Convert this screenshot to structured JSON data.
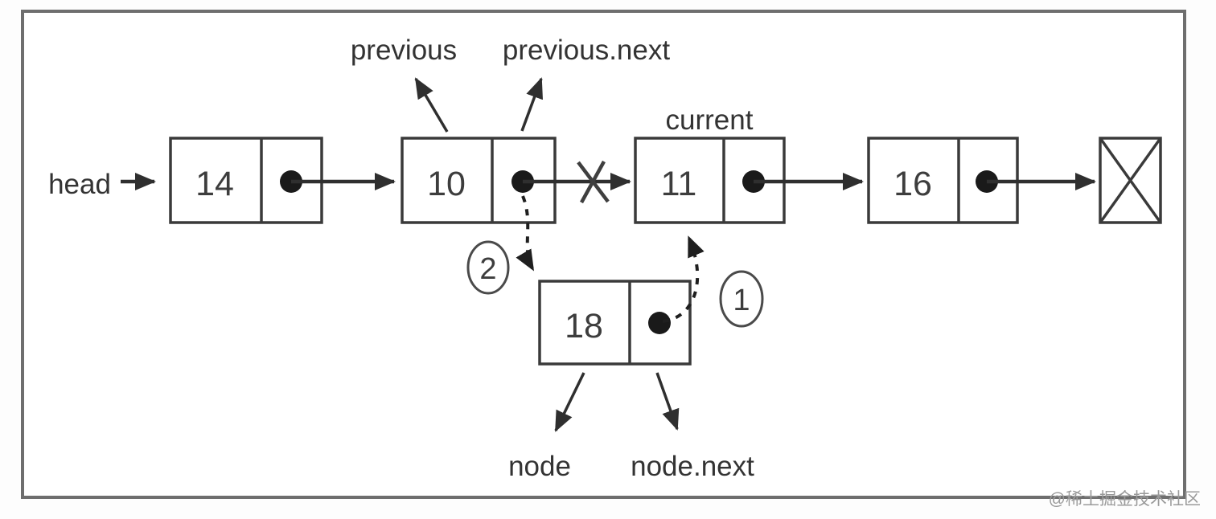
{
  "labels": {
    "head": "head",
    "previous": "previous",
    "previous_next": "previous.next",
    "current": "current",
    "node": "node",
    "node_next": "node.next"
  },
  "list_nodes": [
    {
      "value": "14"
    },
    {
      "value": "10"
    },
    {
      "value": "11"
    },
    {
      "value": "16"
    }
  ],
  "new_node": {
    "value": "18"
  },
  "step_badges": {
    "step1": "1",
    "step2": "2"
  },
  "watermark": "@稀土掘金技术社区",
  "colors": {
    "box_stroke": "#3a3a3a",
    "arrow_stroke": "#2f2f2f",
    "text": "#333333",
    "watermark": "#9a9a9a",
    "background": "#ffffff"
  }
}
